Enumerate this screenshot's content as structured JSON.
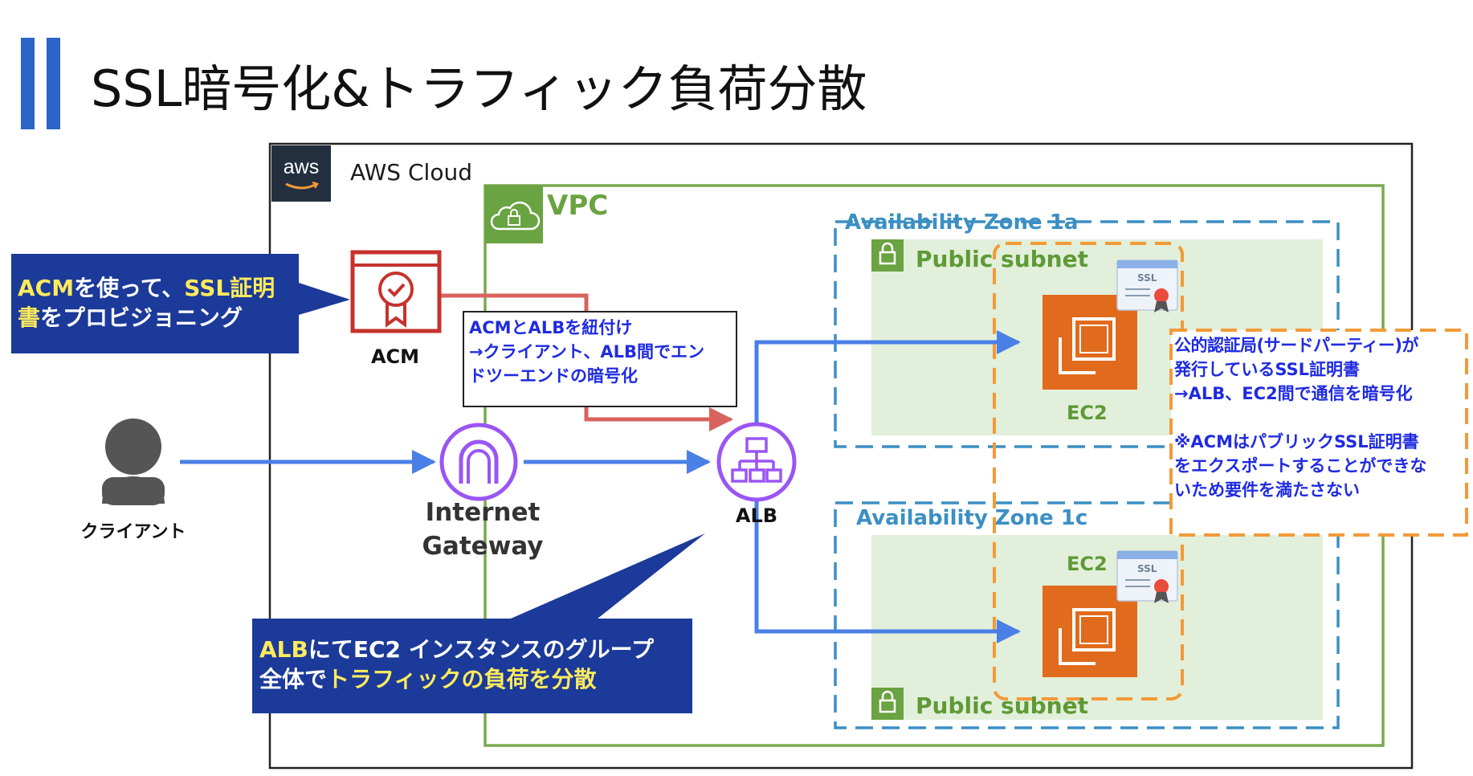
{
  "title": "SSL暗号化&トラフィック負荷分散",
  "cloud": {
    "label": "AWS Cloud",
    "logo_text": "aws"
  },
  "vpc": {
    "label": "VPC"
  },
  "availability_zones": [
    {
      "label": "Availability Zone 1a",
      "subnet_label": "Public subnet",
      "ec2_label": "EC2",
      "ssl_badge": "SSL"
    },
    {
      "label": "Availability Zone 1c",
      "subnet_label": "Public subnet",
      "ec2_label": "EC2",
      "ssl_badge": "SSL"
    }
  ],
  "nodes": {
    "acm": "ACM",
    "client": "クライアント",
    "gateway_line1": "Internet",
    "gateway_line2": "Gateway",
    "alb": "ALB"
  },
  "callouts": {
    "acm": {
      "line1_hl": "ACM",
      "line1_a": "を使って、",
      "line1_hl2": "SSL証明",
      "line2_hl": "書",
      "line2_a": "をプロビジョニング"
    },
    "alb": {
      "line1_hl": "ALB",
      "line1_a": "にてEC2 インスタンスのグループ",
      "line2_a": "全体で",
      "line2_hl": "トラフィックの負荷を分散"
    }
  },
  "notes": {
    "acm_alb": [
      "ACMとALBを紐付け",
      "→クライアント、ALB間でエン",
      "ドツーエンドの暗号化"
    ],
    "ssl_public": [
      "公的認証局(サードパーティー)が",
      "発行しているSSL証明書",
      "→ALB、EC2間で通信を暗号化",
      "",
      "※ACMはパブリックSSL証明書",
      "をエクスポートすることができな",
      "いため要件を満たさない"
    ]
  },
  "colors": {
    "title_bar": "#2b63c6",
    "vpc_border": "#7aa950",
    "az_border": "#3b8fc3",
    "subnet_fill": "#e2efda",
    "subnet_green": "#6aa341",
    "orange_dash": "#f29a38",
    "acm_red": "#c7312c",
    "arrow_blue": "#4a7fe6",
    "arrow_red": "#d9625e",
    "purple": "#9a55f5",
    "callout_navy": "#1b3a99",
    "ec2_orange": "#e16b1c"
  }
}
